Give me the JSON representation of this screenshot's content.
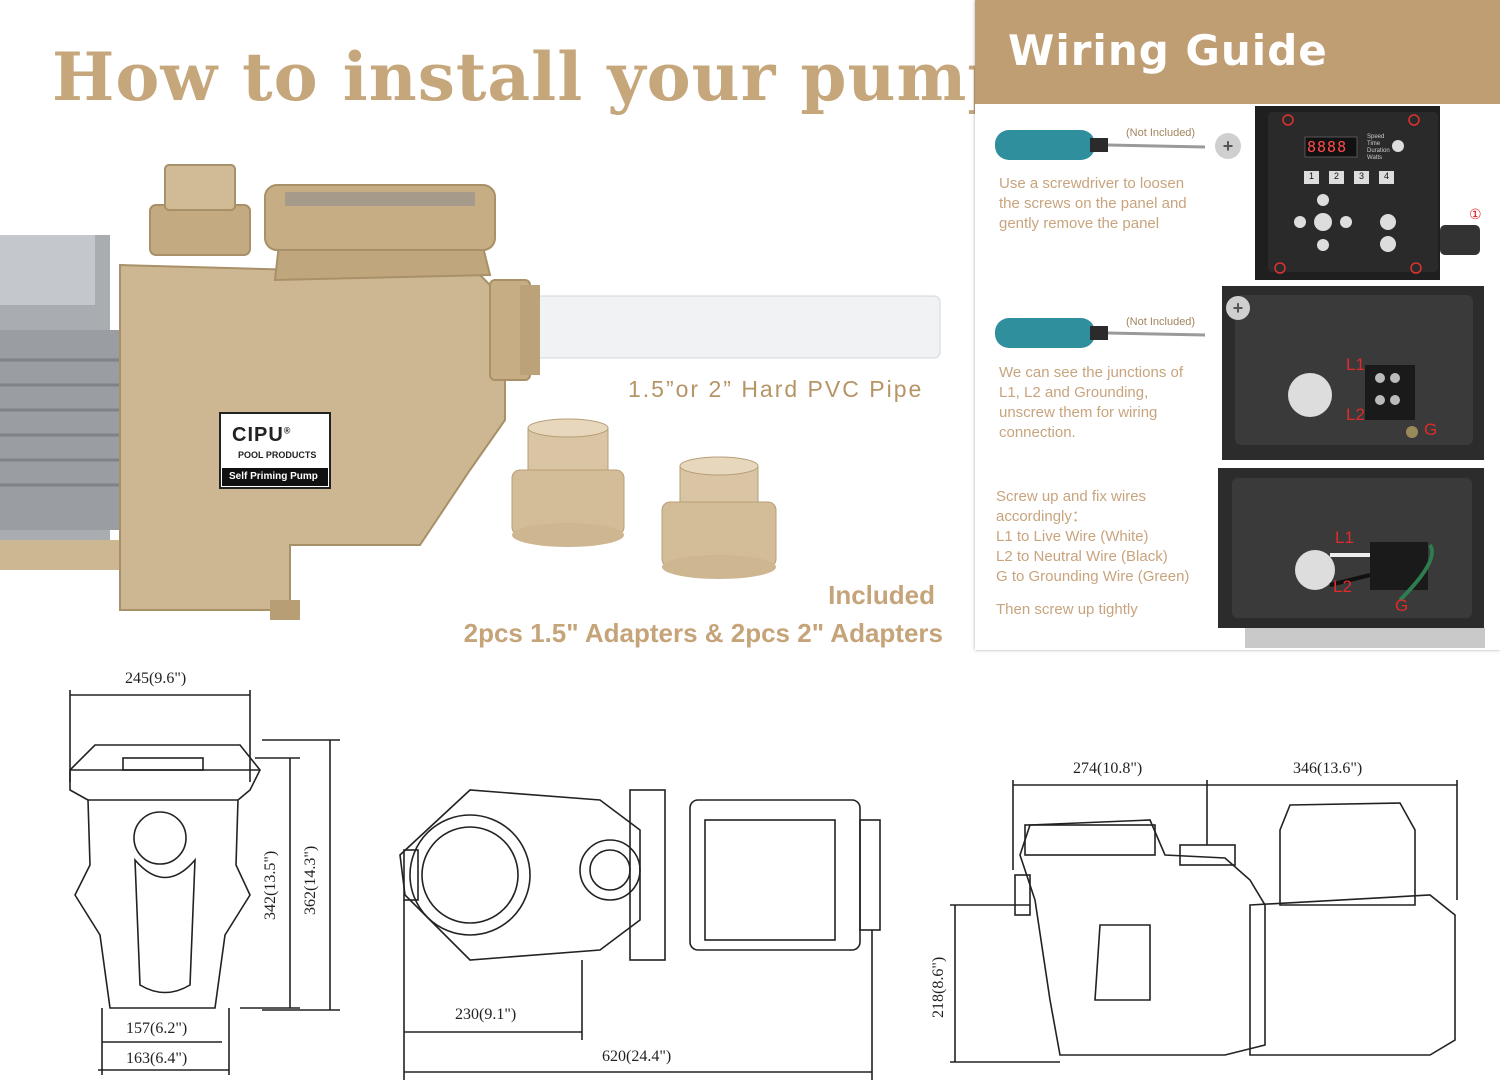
{
  "title": "How to install your pump",
  "pipe_label": "1.5”or 2” Hard PVC Pipe",
  "brand": {
    "name": "CIPU",
    "line2": "POOL PRODUCTS",
    "line3": "Self Priming Pump",
    "mark": "®"
  },
  "included": {
    "line1": "Included",
    "line2": "2pcs 1.5\" Adapters & 2pcs 2\" Adapters"
  },
  "wiring": {
    "title": "Wiring Guide",
    "not_included_1": "(Not Included)",
    "not_included_2": "(Not Included)",
    "step1": [
      "Use a screwdriver to loosen",
      "the screws on the panel and",
      "gently remove the panel"
    ],
    "step2": [
      "We can see the junctions of",
      "L1, L2 and Grounding,",
      "unscrew them for wiring",
      "connection."
    ],
    "step3": [
      "Screw up and fix wires",
      "accordingly：",
      "L1 to Live Wire (White)",
      "L2 to Neutral Wire (Black)",
      "G to Grounding Wire (Green)"
    ],
    "step3_end": "Then screw up tightly",
    "panel": {
      "display": "8888",
      "keys": [
        "1",
        "2",
        "3",
        "4"
      ],
      "labels": [
        "Speed",
        "Time",
        "Duration",
        "Watts"
      ],
      "marker": "①"
    },
    "terminal_labels": {
      "l1": "L1",
      "l2": "L2",
      "g": "G"
    }
  },
  "dimensions": {
    "front_width": "245(9.6\")",
    "front_h1": "342(13.5\")",
    "front_h2": "362(14.3\")",
    "front_base1": "157(6.2\")",
    "front_base2": "163(6.4\")",
    "top_offset": "230(9.1\")",
    "top_length": "620(24.4\")",
    "side_w1": "274(10.8\")",
    "side_w2": "346(13.6\")",
    "side_h": "218(8.6\")"
  },
  "colors": {
    "accent": "#c6a77c",
    "pump_body": "#cdb792",
    "header_bar": "#bf9e73",
    "drawing_line": "#222222"
  }
}
